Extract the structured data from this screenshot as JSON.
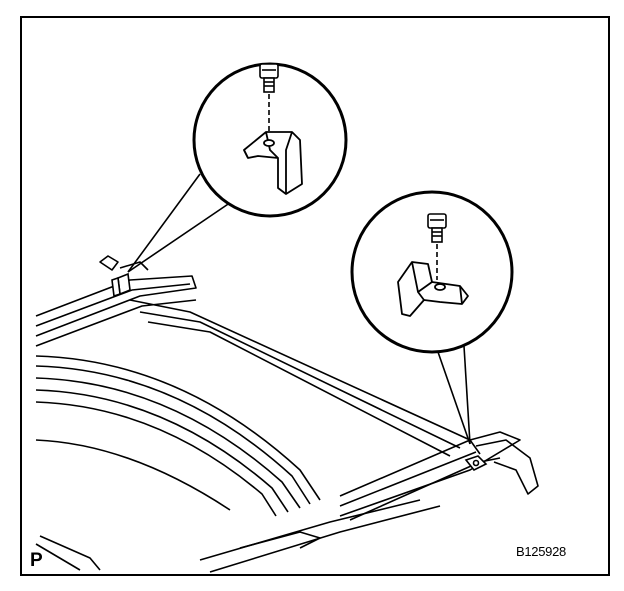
{
  "figure": {
    "id_label": "B125928",
    "corner_mark": "P"
  },
  "callouts": [
    {
      "part": "bolt",
      "shape": "bracket-left"
    },
    {
      "part": "bolt",
      "shape": "bracket-right"
    }
  ],
  "colors": {
    "ink": "#000000",
    "paper": "#ffffff"
  }
}
